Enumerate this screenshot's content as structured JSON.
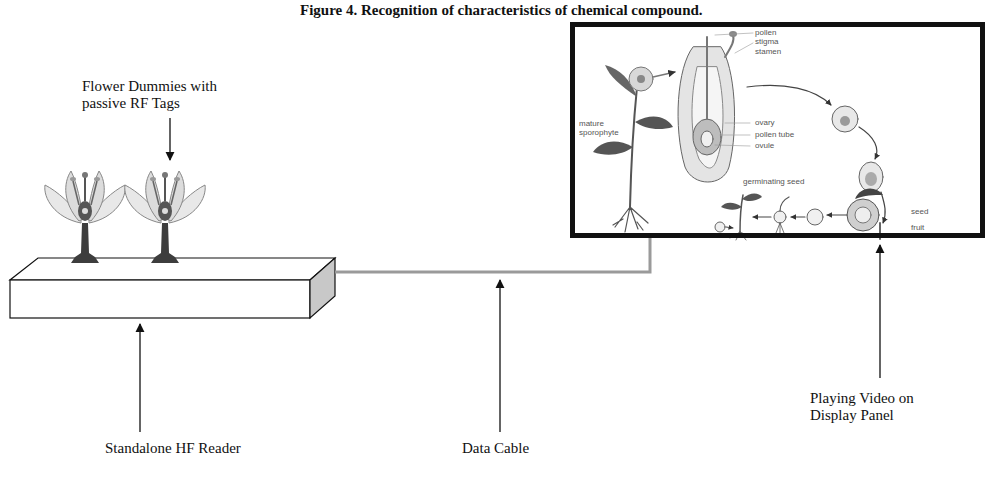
{
  "diagram": {
    "title": "Figure 4. Recognition of characteristics of chemical compound.",
    "nodes": [
      {
        "text": [
          "Standalone HF Reader"
        ]
      },
      {
        "text": [
          "Playing Video on Display Panel"
        ]
      }
    ],
    "edges": [
      {
        "from": 0,
        "to": 1,
        "arrow": "none",
        "label": "Data Cable"
      }
    ],
    "labels": [
      "Flower Dummies with passive RF Tags",
      "pollen",
      "stigma",
      "stamen",
      "mature sporophyte",
      "ovary",
      "pollen tube",
      "ovule",
      "germinating seed",
      "seed",
      "fruit"
    ]
  }
}
